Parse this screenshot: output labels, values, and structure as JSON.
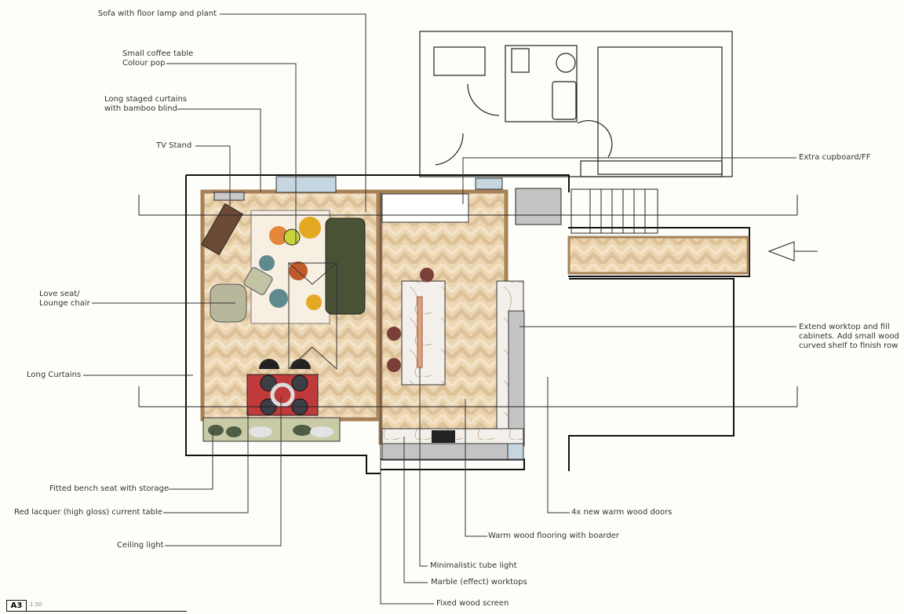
{
  "drawing": {
    "sheet_id": "A3",
    "scale": "1:50",
    "colors": {
      "background": "#fdfdf9",
      "wood_floor": "#e8cfa8",
      "wood_border": "#a88158",
      "wall_line": "#1a1a1a",
      "red_table": "#c0393b",
      "sofa_green": "#4a5236",
      "bench_green": "#c9cba7",
      "cabinet_grey": "#c4c4c4",
      "glass_blue": "#c5d6e0",
      "marble": "#f2efea"
    }
  },
  "annotations_left": [
    {
      "id": "sofa",
      "text": "Sofa with floor lamp and plant"
    },
    {
      "id": "coffee-table",
      "text": "Small coffee table\nColour pop"
    },
    {
      "id": "curtains-staged",
      "text": "Long staged curtains\nwith bamboo blind"
    },
    {
      "id": "tv-stand",
      "text": "TV Stand"
    },
    {
      "id": "love-seat",
      "text": "Love seat/\nLounge chair"
    },
    {
      "id": "long-curtains",
      "text": "Long Curtains"
    },
    {
      "id": "bench-seat",
      "text": "Fitted bench seat with storage"
    },
    {
      "id": "red-table",
      "text": "Red lacquer (high gloss) current table"
    },
    {
      "id": "ceiling-light",
      "text": "Ceiling light"
    }
  ],
  "annotations_right": [
    {
      "id": "extra-cupboard",
      "text": "Extra cupboard/FF"
    },
    {
      "id": "extend-worktop",
      "text": "Extend worktop and fill\ncabinets. Add small wood\ncurved shelf to finish row"
    },
    {
      "id": "wood-doors",
      "text": "4x new warm wood doors"
    },
    {
      "id": "wood-flooring",
      "text": "Warm wood flooring with boarder"
    },
    {
      "id": "tube-light",
      "text": "Minimalistic tube light"
    },
    {
      "id": "marble-worktops",
      "text": "Marble (effect) worktops"
    },
    {
      "id": "wood-screen",
      "text": "Fixed wood screen"
    }
  ]
}
